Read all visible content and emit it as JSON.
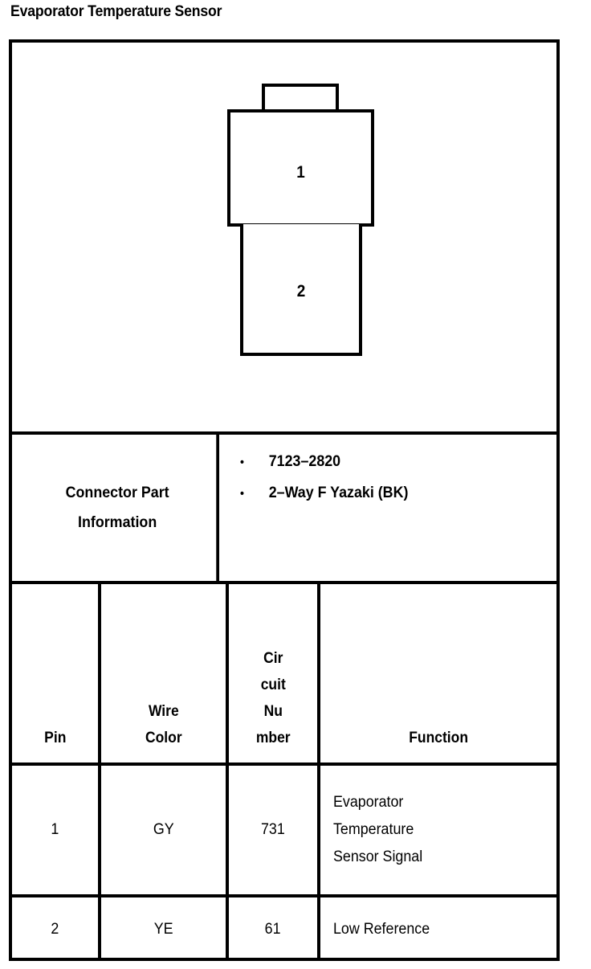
{
  "page": {
    "title": "Evaporator Temperature Sensor"
  },
  "connector_diagram": {
    "shapes": [
      {
        "name": "locking-tab",
        "label": ""
      },
      {
        "name": "connector-upper-body",
        "label": "1"
      },
      {
        "name": "connector-lower-body",
        "label": "2"
      }
    ],
    "upper_label": "1",
    "lower_label": "2"
  },
  "connector_part_information": {
    "label_line_1": "Connector Part",
    "label_line_2": "Information",
    "bullet_glyph": "•",
    "items": [
      "7123–2820",
      "2–Way F Yazaki (BK)"
    ]
  },
  "pin_table": {
    "headers": {
      "pin": [
        "Pin"
      ],
      "wire_color": [
        "Wire",
        "Color"
      ],
      "circuit_number": [
        "Cir",
        "cuit",
        "Nu",
        "mber"
      ],
      "function": [
        "Function"
      ]
    },
    "rows": [
      {
        "pin": "1",
        "wire_color": "GY",
        "circuit_number": "731",
        "function_lines": [
          "Evaporator",
          "Temperature",
          "Sensor Signal"
        ]
      },
      {
        "pin": "2",
        "wire_color": "YE",
        "circuit_number": "61",
        "function_lines": [
          "Low Reference"
        ]
      }
    ]
  },
  "colors": {
    "ink": "#000000",
    "paper": "#ffffff"
  }
}
